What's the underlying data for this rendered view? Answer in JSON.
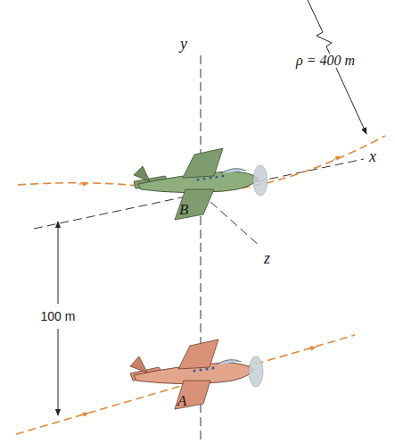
{
  "diagram": {
    "labels": [
      "y",
      "ρ = 400 m",
      "x",
      "B",
      "z",
      "100 m",
      "A"
    ]
  }
}
